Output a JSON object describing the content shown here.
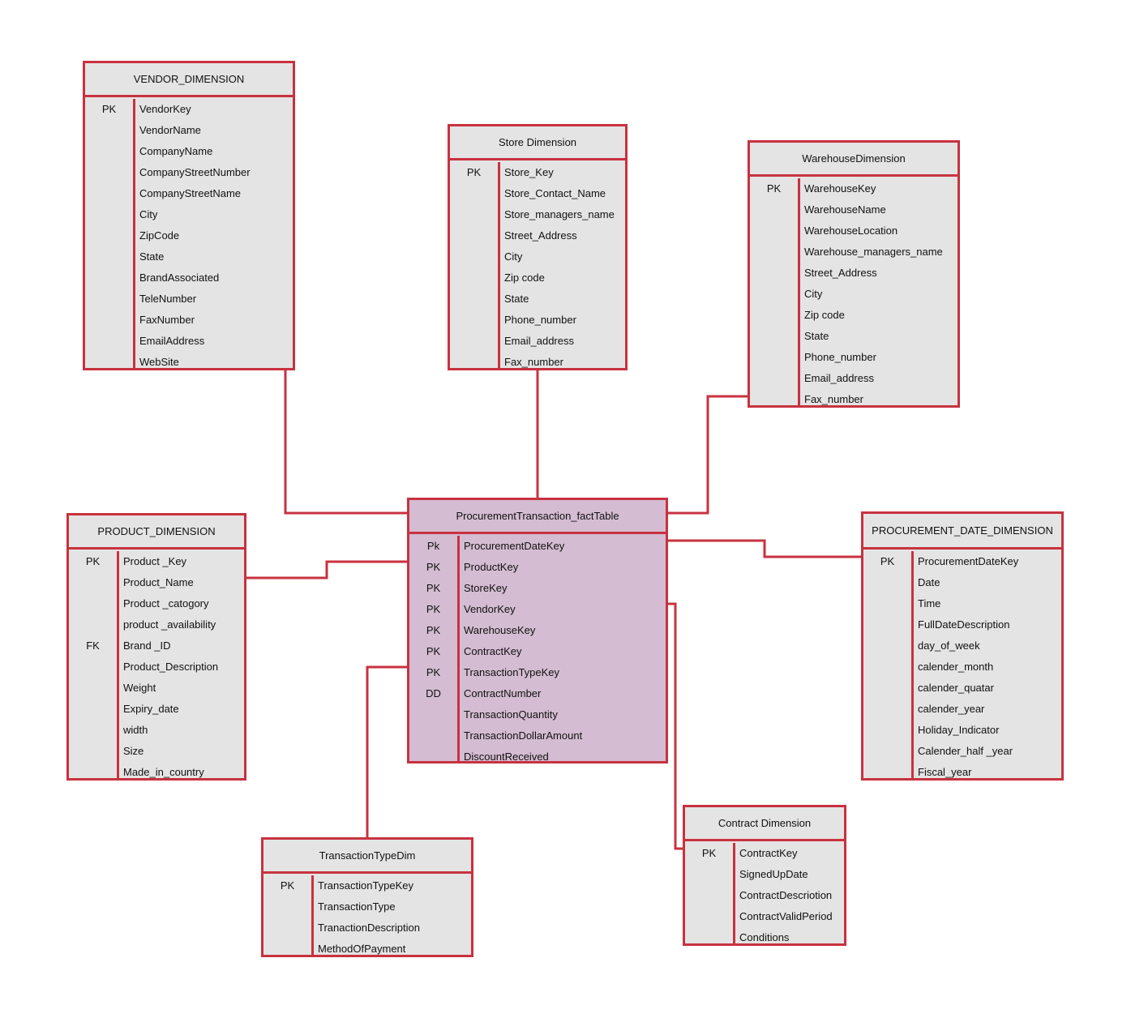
{
  "entities": {
    "vendor": {
      "title": "VENDOR_DIMENSION",
      "rows": [
        {
          "key": "PK",
          "field": "VendorKey"
        },
        {
          "key": "",
          "field": "VendorName"
        },
        {
          "key": "",
          "field": "CompanyName"
        },
        {
          "key": "",
          "field": "CompanyStreetNumber"
        },
        {
          "key": "",
          "field": "CompanyStreetName"
        },
        {
          "key": "",
          "field": "City"
        },
        {
          "key": "",
          "field": "ZipCode"
        },
        {
          "key": "",
          "field": "State"
        },
        {
          "key": "",
          "field": "BrandAssociated"
        },
        {
          "key": "",
          "field": "TeleNumber"
        },
        {
          "key": "",
          "field": "FaxNumber"
        },
        {
          "key": "",
          "field": "EmailAddress"
        },
        {
          "key": "",
          "field": "WebSite"
        }
      ]
    },
    "store": {
      "title": "Store Dimension",
      "rows": [
        {
          "key": "PK",
          "field": "Store_Key"
        },
        {
          "key": "",
          "field": "Store_Contact_Name"
        },
        {
          "key": "",
          "field": "Store_managers_name"
        },
        {
          "key": "",
          "field": "Street_Address"
        },
        {
          "key": "",
          "field": "City"
        },
        {
          "key": "",
          "field": "Zip code"
        },
        {
          "key": "",
          "field": "State"
        },
        {
          "key": "",
          "field": "Phone_number"
        },
        {
          "key": "",
          "field": "Email_address"
        },
        {
          "key": "",
          "field": "Fax_number"
        }
      ]
    },
    "warehouse": {
      "title": "WarehouseDimension",
      "rows": [
        {
          "key": "PK",
          "field": "WarehouseKey"
        },
        {
          "key": "",
          "field": "WarehouseName"
        },
        {
          "key": "",
          "field": "WarehouseLocation"
        },
        {
          "key": "",
          "field": "Warehouse_managers_name"
        },
        {
          "key": "",
          "field": "Street_Address"
        },
        {
          "key": "",
          "field": "City"
        },
        {
          "key": "",
          "field": "Zip code"
        },
        {
          "key": "",
          "field": "State"
        },
        {
          "key": "",
          "field": "Phone_number"
        },
        {
          "key": "",
          "field": "Email_address"
        },
        {
          "key": "",
          "field": "Fax_number"
        }
      ]
    },
    "fact": {
      "title": "ProcurementTransaction_factTable",
      "rows": [
        {
          "key": "Pk",
          "field": "ProcurementDateKey"
        },
        {
          "key": "PK",
          "field": "ProductKey"
        },
        {
          "key": "PK",
          "field": "StoreKey"
        },
        {
          "key": "PK",
          "field": "VendorKey"
        },
        {
          "key": "PK",
          "field": "WarehouseKey"
        },
        {
          "key": "PK",
          "field": "ContractKey"
        },
        {
          "key": "PK",
          "field": "TransactionTypeKey"
        },
        {
          "key": "DD",
          "field": "ContractNumber"
        },
        {
          "key": "",
          "field": "TransactionQuantity"
        },
        {
          "key": "",
          "field": "TransactionDollarAmount"
        },
        {
          "key": "",
          "field": "DiscountReceived"
        }
      ]
    },
    "product": {
      "title": "PRODUCT_DIMENSION",
      "rows": [
        {
          "key": "PK",
          "field": "Product _Key"
        },
        {
          "key": "",
          "field": "Product_Name"
        },
        {
          "key": "",
          "field": "Product _catogory"
        },
        {
          "key": "",
          "field": "product _availability"
        },
        {
          "key": "FK",
          "field": "Brand _ID"
        },
        {
          "key": "",
          "field": "Product_Description"
        },
        {
          "key": "",
          "field": "Weight"
        },
        {
          "key": "",
          "field": "Expiry_date"
        },
        {
          "key": "",
          "field": "width"
        },
        {
          "key": "",
          "field": "Size"
        },
        {
          "key": "",
          "field": "Made_in_country"
        }
      ]
    },
    "date": {
      "title": "PROCUREMENT_DATE_DIMENSION",
      "rows": [
        {
          "key": "PK",
          "field": "ProcurementDateKey"
        },
        {
          "key": "",
          "field": "Date"
        },
        {
          "key": "",
          "field": "Time"
        },
        {
          "key": "",
          "field": "FullDateDescription"
        },
        {
          "key": "",
          "field": "day_of_week"
        },
        {
          "key": "",
          "field": "calender_month"
        },
        {
          "key": "",
          "field": "calender_quatar"
        },
        {
          "key": "",
          "field": "calender_year"
        },
        {
          "key": "",
          "field": "Holiday_Indicator"
        },
        {
          "key": "",
          "field": "Calender_half _year"
        },
        {
          "key": "",
          "field": "Fiscal_year"
        }
      ]
    },
    "transtype": {
      "title": "TransactionTypeDim",
      "rows": [
        {
          "key": "PK",
          "field": "TransactionTypeKey"
        },
        {
          "key": "",
          "field": "TransactionType"
        },
        {
          "key": "",
          "field": "TranactionDescription"
        },
        {
          "key": "",
          "field": "MethodOfPayment"
        }
      ]
    },
    "contract": {
      "title": "Contract Dimension",
      "rows": [
        {
          "key": "PK",
          "field": "ContractKey"
        },
        {
          "key": "",
          "field": "SignedUpDate"
        },
        {
          "key": "",
          "field": "ContractDescriotion"
        },
        {
          "key": "",
          "field": "ContractValidPeriod"
        },
        {
          "key": "",
          "field": "Conditions"
        }
      ]
    }
  },
  "colors": {
    "border": "#c8323f",
    "dimension_fill": "#e4e4e4",
    "fact_fill": "#d4bcd2",
    "text": "#111111"
  }
}
